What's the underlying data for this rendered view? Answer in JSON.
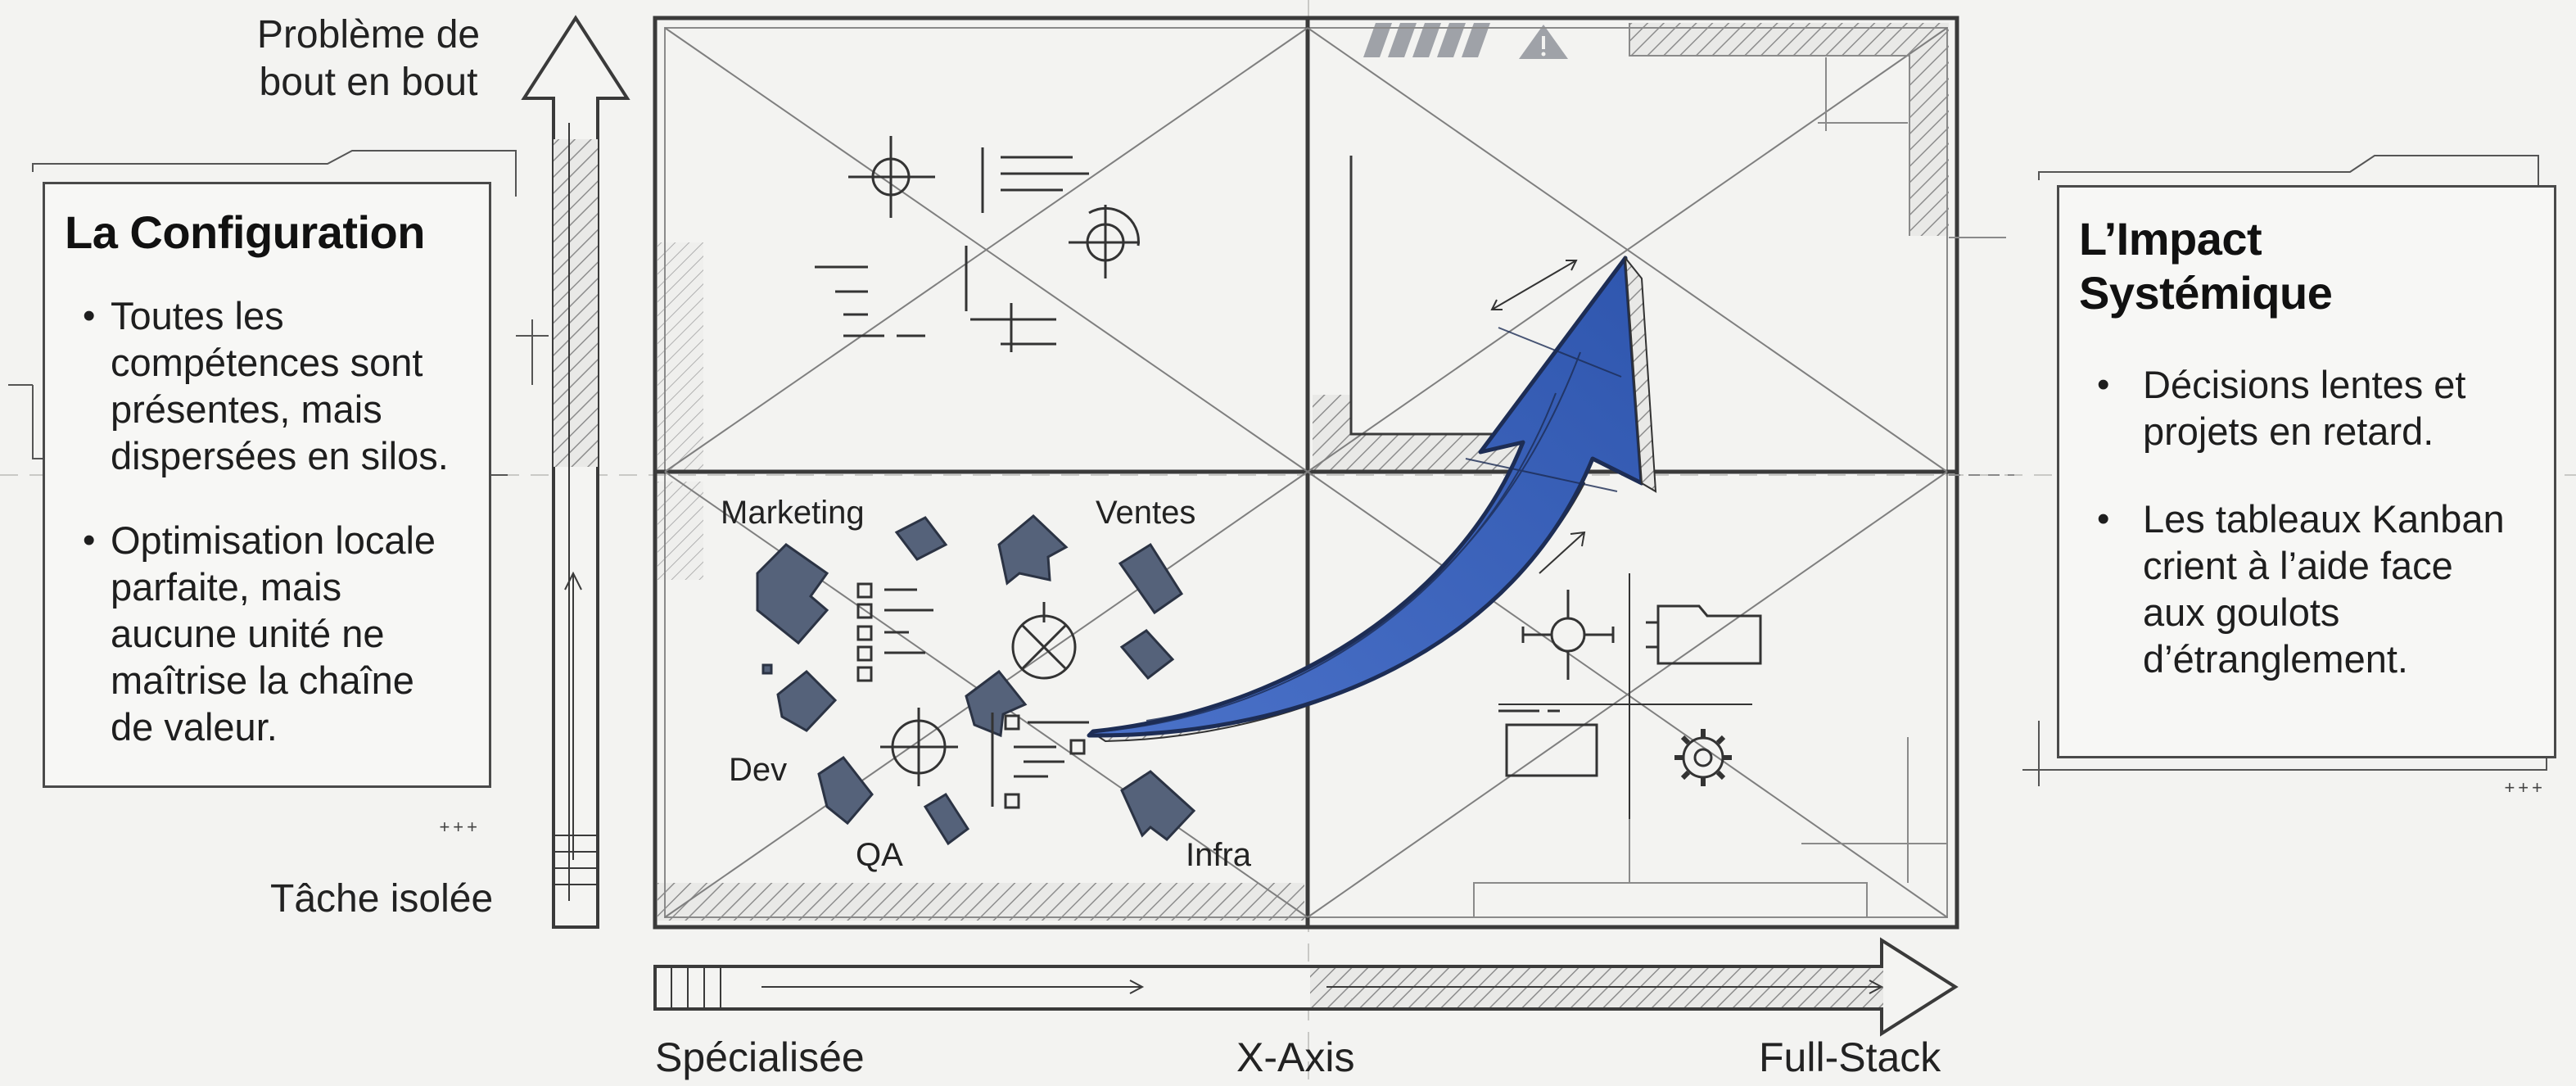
{
  "y_axis": {
    "top_label": "Problème de\nbout en bout",
    "bottom_label": "Tâche isolée"
  },
  "x_axis": {
    "left_label": "Spécialisée",
    "center_label": "X-Axis",
    "right_label": "Full-Stack"
  },
  "left_card": {
    "title": "La Configuration",
    "bullets": [
      "Toutes les\ncompétences sont\nprésentes, mais\ndispersées en silos.",
      "Optimisation locale\nparfaite, mais\naucune unité ne\nmaîtrise la chaîne\nde valeur."
    ],
    "corner_mark": "+++"
  },
  "right_card": {
    "title": "L’Impact\nSystémique",
    "bullets": [
      "Décisions lentes et\nprojets en retard.",
      "Les tableaux Kanban\ncrient à l’aide face\naux goulots\nd’étranglement."
    ],
    "corner_mark": "+++"
  },
  "departments": [
    "Marketing",
    "Ventes",
    "Dev",
    "QA",
    "Infra"
  ],
  "colors": {
    "arrow": "#3b63bd",
    "arrow_dark": "#22325f",
    "line": "#3a3a3a",
    "hatch": "#9a9a9a",
    "silo": "#55627a"
  }
}
